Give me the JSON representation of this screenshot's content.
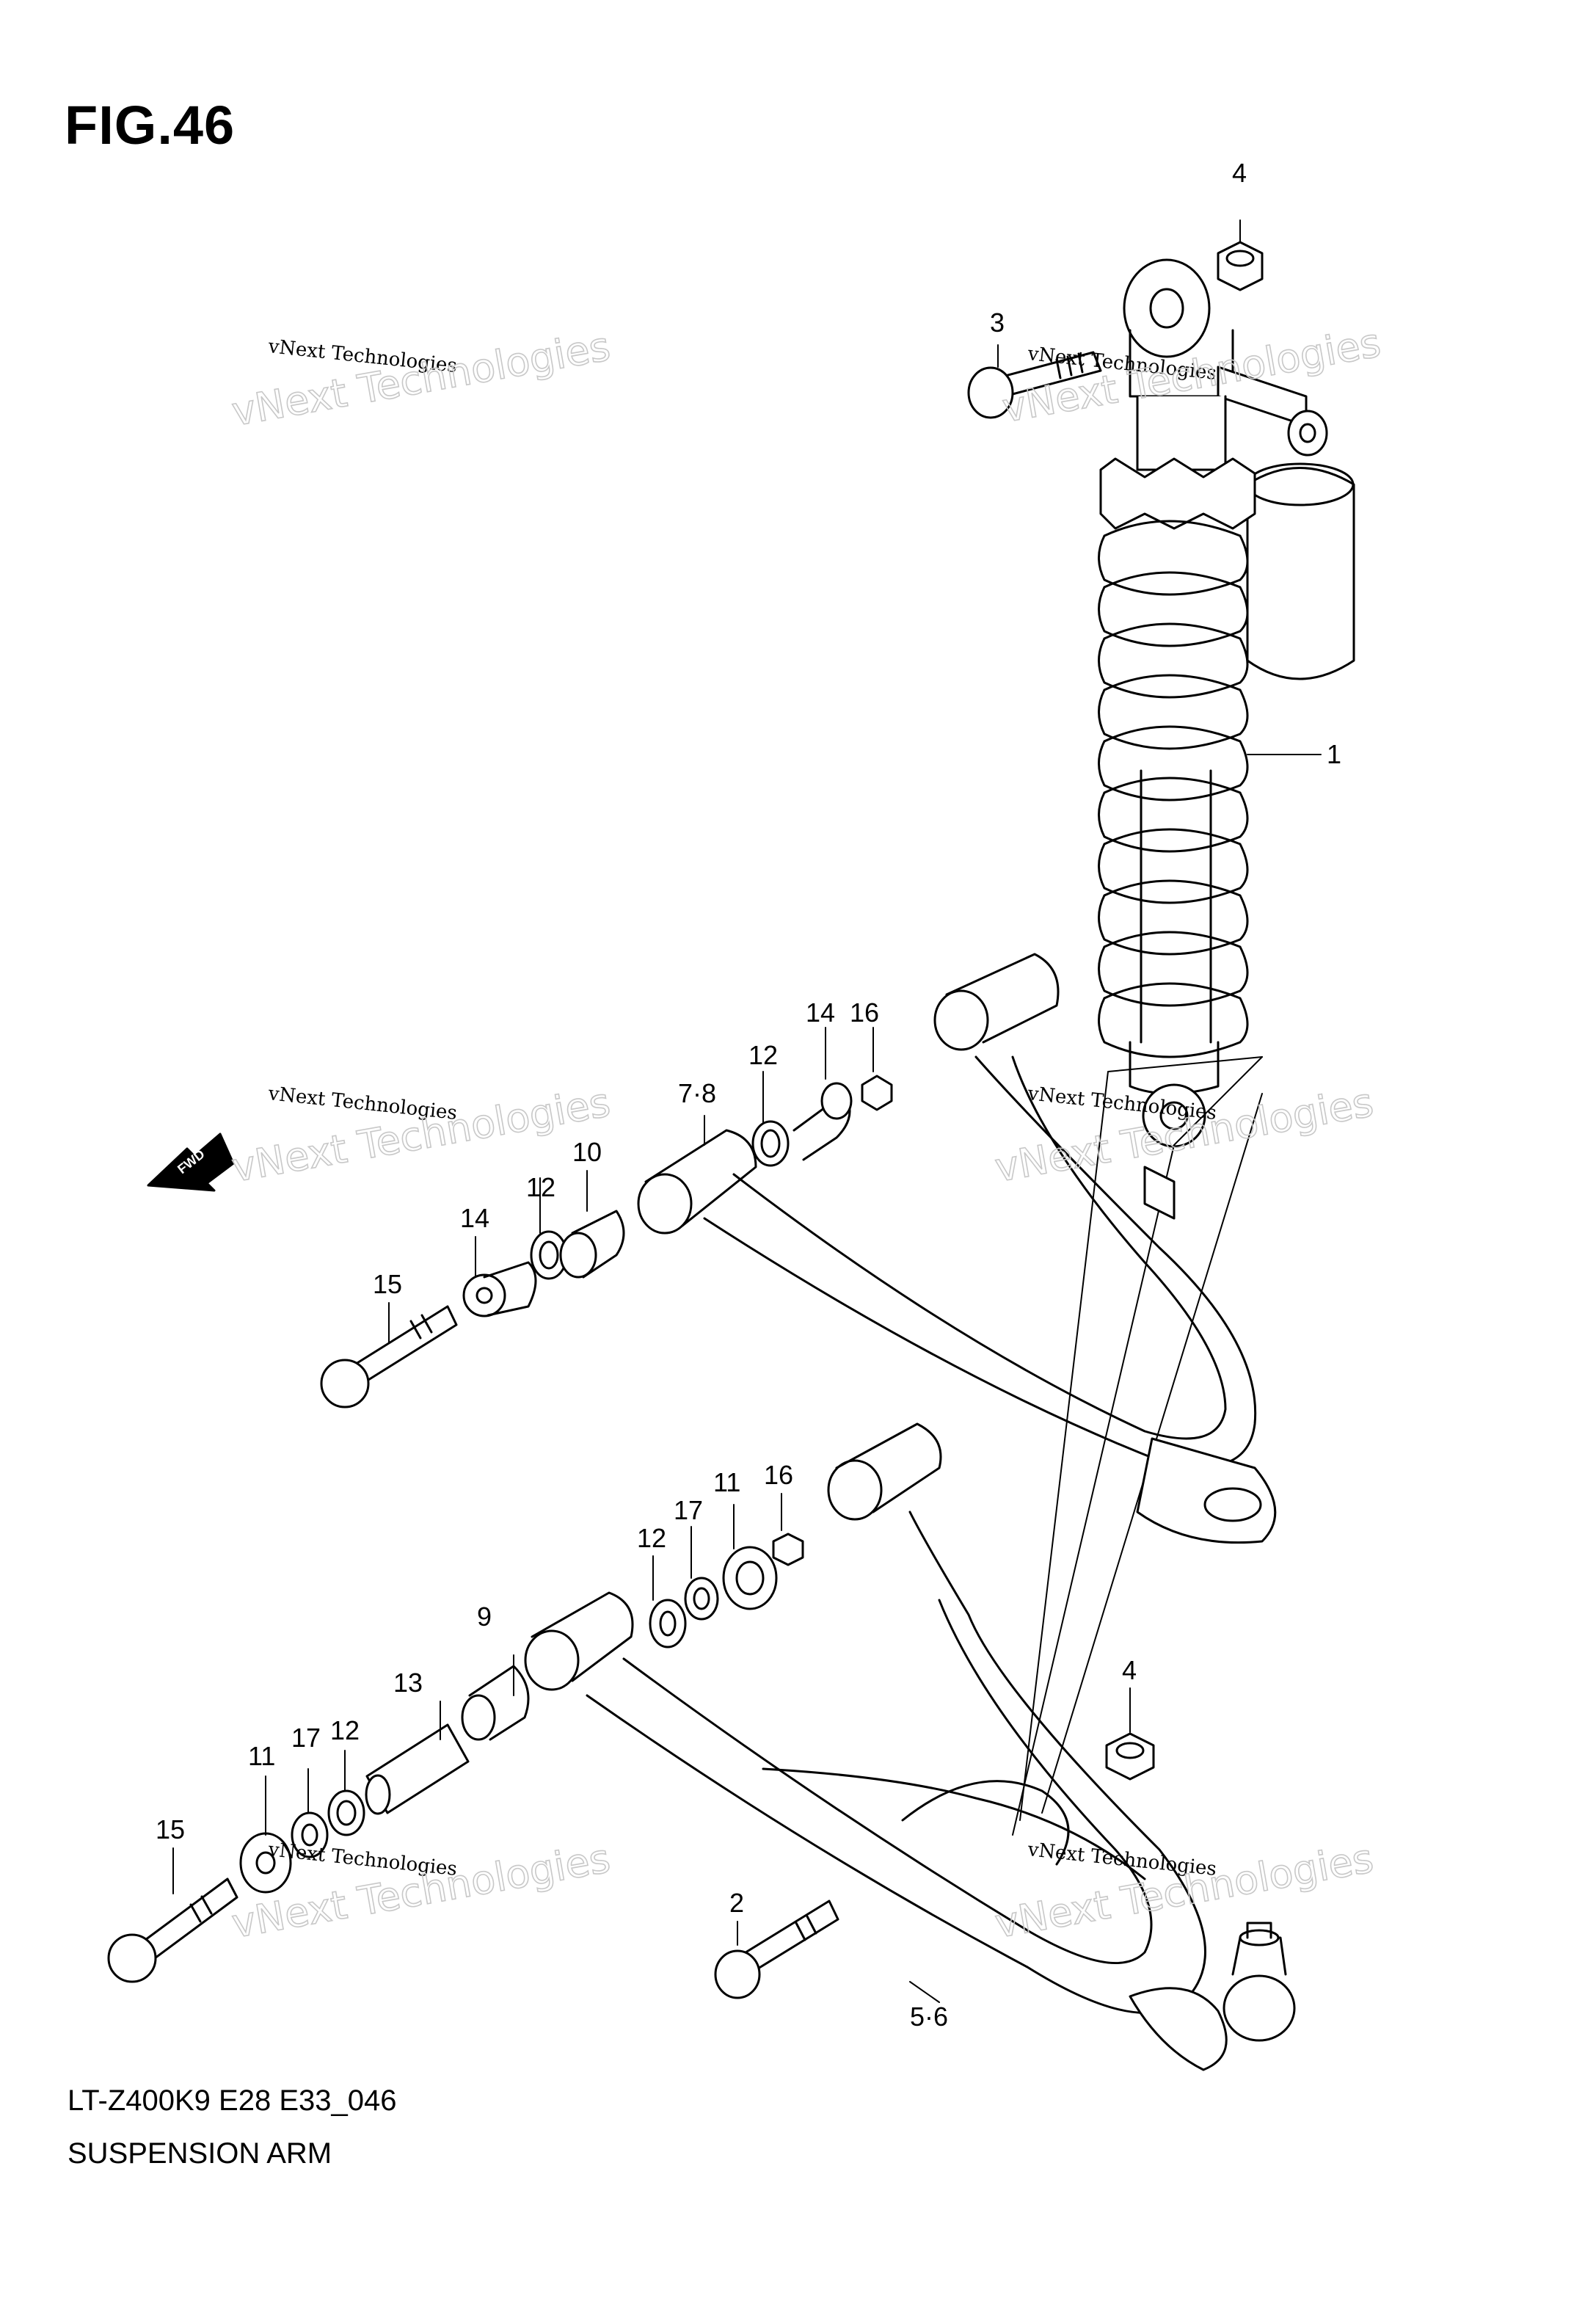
{
  "figure": {
    "title": "FIG.46"
  },
  "footer": {
    "code": "LT-Z400K9  E28  E33_046",
    "name": "SUSPENSION ARM"
  },
  "watermark": {
    "line1": "vNext Technologies",
    "line2": "vNext Technologies"
  },
  "direction_badge": "FWD",
  "callouts": {
    "c1": "1",
    "c2": "2",
    "c3": "3",
    "c4a": "4",
    "c4b": "4",
    "c56": "5·6",
    "c78": "7·8",
    "c9": "9",
    "c10": "10",
    "c11a": "11",
    "c11b": "11",
    "c12a": "12",
    "c12b": "12",
    "c12c": "12",
    "c12d": "12",
    "c13": "13",
    "c14a": "14",
    "c14b": "14",
    "c15a": "15",
    "c15b": "15",
    "c16a": "16",
    "c16b": "16",
    "c17a": "17",
    "c17b": "17"
  }
}
